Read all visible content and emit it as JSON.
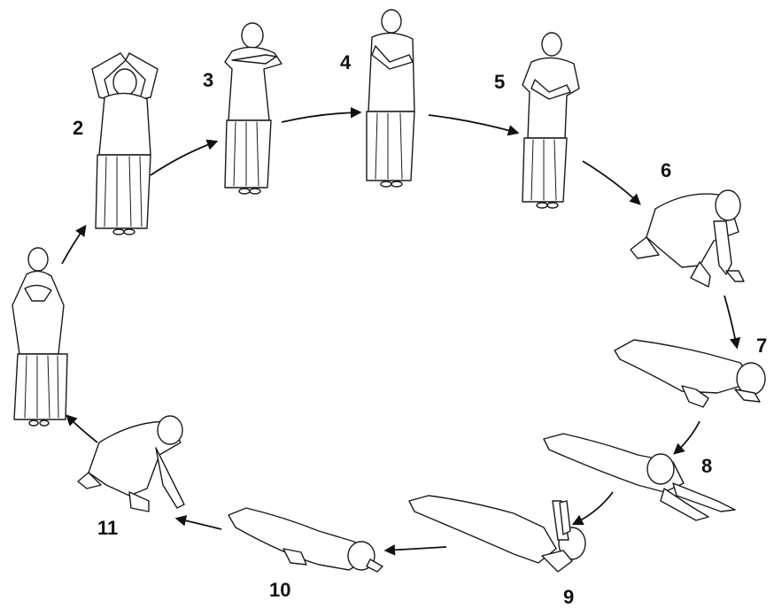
{
  "diagram": {
    "step_labels": [
      "2",
      "3",
      "4",
      "5",
      "6",
      "7",
      "8",
      "9",
      "10",
      "11"
    ],
    "line_color": "#1a1a1a",
    "background": "#ffffff"
  }
}
